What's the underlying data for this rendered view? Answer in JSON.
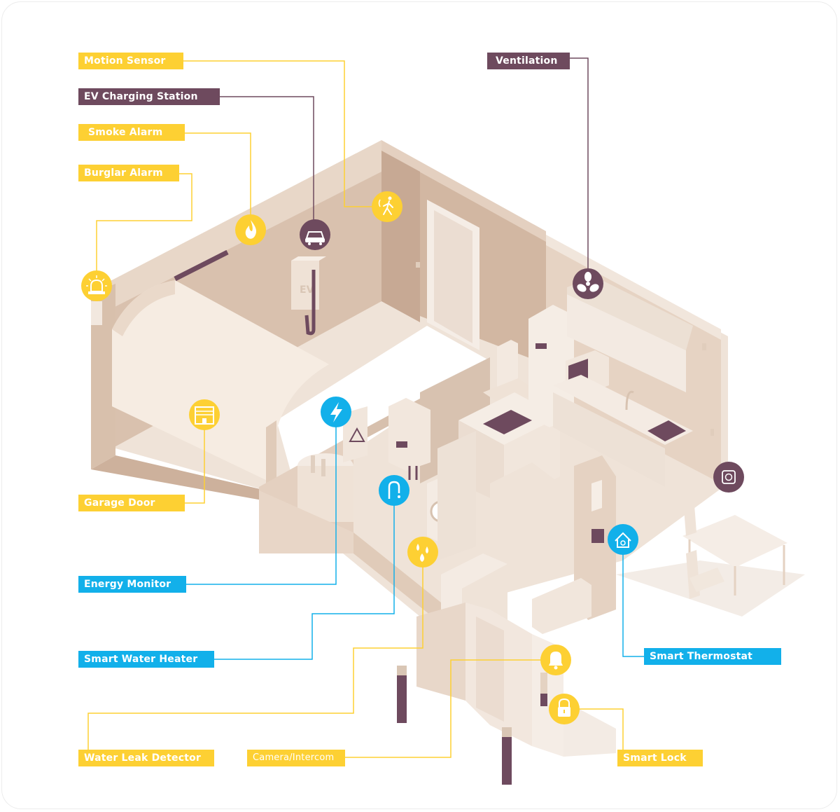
{
  "colors": {
    "yellow": "#fdd033",
    "blue": "#12b0ea",
    "purple": "#6e4a5e"
  },
  "labels": {
    "motion_sensor": "Motion Sensor",
    "ev_charging": "EV Charging Station",
    "smoke_alarm": "Smoke Alarm",
    "burglar_alarm": "Burglar Alarm",
    "ventilation": "Ventilation",
    "garage_door": "Garage Door",
    "energy_monitor": "Energy Monitor",
    "smart_water_heater": "Smart Water Heater",
    "smart_thermostat": "Smart Thermostat",
    "water_leak_detector": "Water Leak Detector",
    "camera_intercom": "Camera/Intercom",
    "smart_lock": "Smart Lock"
  },
  "icons": {
    "motion_sensor": "walking-person-icon",
    "ev_charging": "car-plug-icon",
    "smoke_alarm": "flame-icon",
    "burglar_alarm": "siren-icon",
    "ventilation": "fan-icon",
    "garage_door": "garage-door-icon",
    "energy_monitor": "lightning-bolt-icon",
    "smart_water_heater": "faucet-icon",
    "smart_thermostat": "home-thermostat-icon",
    "water_leak_detector": "water-drops-icon",
    "camera_intercom": "bell-icon",
    "smart_lock": "padlock-icon",
    "socket": "power-socket-icon"
  },
  "scene": {
    "ev_sign": "EV"
  }
}
